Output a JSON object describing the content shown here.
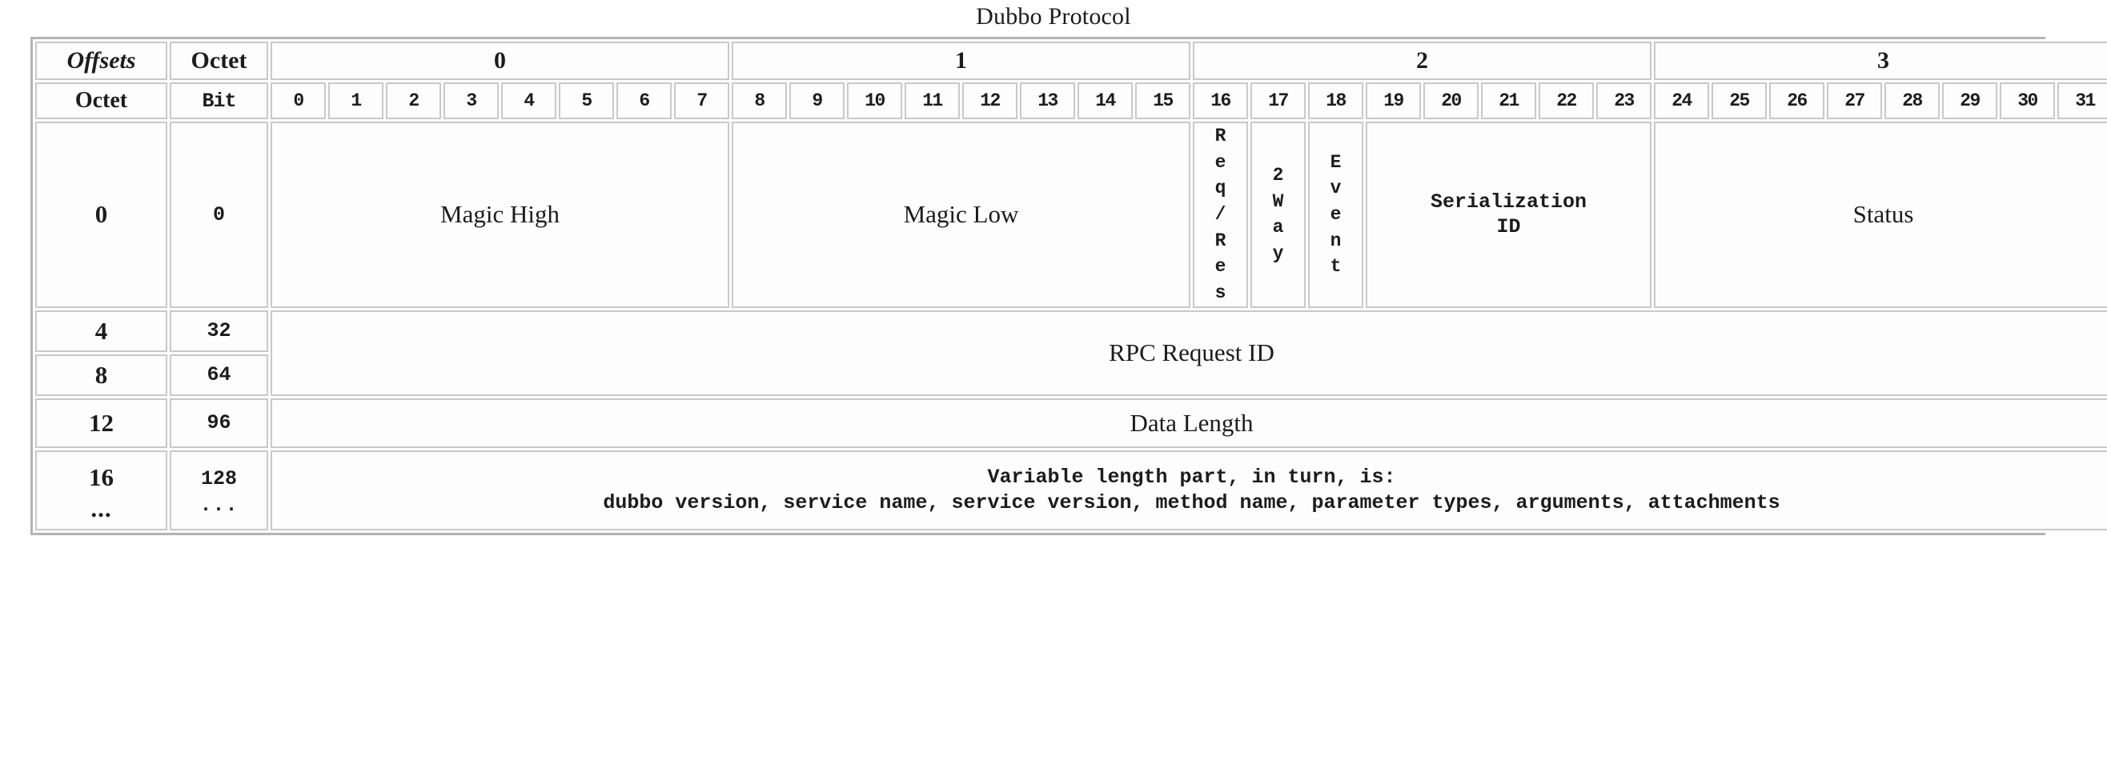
{
  "title": "Dubbo Protocol",
  "header": {
    "offsets_label": "Offsets",
    "octet_label": "Octet",
    "octet_row_label": "Octet",
    "bit_label": "Bit",
    "octet_groups": [
      "0",
      "1",
      "2",
      "3"
    ],
    "bit_numbers": [
      "0",
      "1",
      "2",
      "3",
      "4",
      "5",
      "6",
      "7",
      "8",
      "9",
      "10",
      "11",
      "12",
      "13",
      "14",
      "15",
      "16",
      "17",
      "18",
      "19",
      "20",
      "21",
      "22",
      "23",
      "24",
      "25",
      "26",
      "27",
      "28",
      "29",
      "30",
      "31"
    ]
  },
  "rows": [
    {
      "octet": "0",
      "bit": "0",
      "fields": [
        {
          "name": "magic-high",
          "label": "Magic High",
          "bits": 8,
          "style": "serif"
        },
        {
          "name": "magic-low",
          "label": "Magic Low",
          "bits": 8,
          "style": "serif"
        },
        {
          "name": "req-res",
          "label": "Req/Res",
          "letters": [
            "R",
            "e",
            "q",
            "/",
            "R",
            "e",
            "s"
          ],
          "bits": 1,
          "style": "vertical"
        },
        {
          "name": "two-way",
          "label": "2Way",
          "letters": [
            "2",
            "W",
            "a",
            "y"
          ],
          "bits": 1,
          "style": "vertical"
        },
        {
          "name": "event",
          "label": "Event",
          "letters": [
            "E",
            "v",
            "e",
            "n",
            "t"
          ],
          "bits": 1,
          "style": "vertical"
        },
        {
          "name": "serialization-id",
          "label_line1": "Serialization",
          "label_line2": "ID",
          "bits": 5,
          "style": "mono"
        },
        {
          "name": "status",
          "label": "Status",
          "bits": 8,
          "style": "serif"
        }
      ]
    },
    {
      "octet": "4",
      "bit": "32",
      "fields": [
        {
          "name": "rpc-request-id",
          "label": "RPC Request ID",
          "bits": 32,
          "style": "serif",
          "spans_rows": 2
        }
      ]
    },
    {
      "octet": "8",
      "bit": "64",
      "fields": []
    },
    {
      "octet": "12",
      "bit": "96",
      "fields": [
        {
          "name": "data-length",
          "label": "Data Length",
          "bits": 32,
          "style": "serif"
        }
      ]
    },
    {
      "octet": "16",
      "octet_cont": "...",
      "bit": "128",
      "bit_cont": "...",
      "fields": [
        {
          "name": "variable-length-part",
          "line1": "Variable length part, in turn, is:",
          "line2": "dubbo version, service name, service version, method name, parameter types, arguments, attachments",
          "bits": 32,
          "style": "mono"
        }
      ]
    }
  ],
  "colors": {
    "background": "#ffffff",
    "cell_background": "#fdfdfd",
    "border": "#c9c9c9",
    "outer_border": "#b4b4b4",
    "text": "#1c1c1c"
  }
}
